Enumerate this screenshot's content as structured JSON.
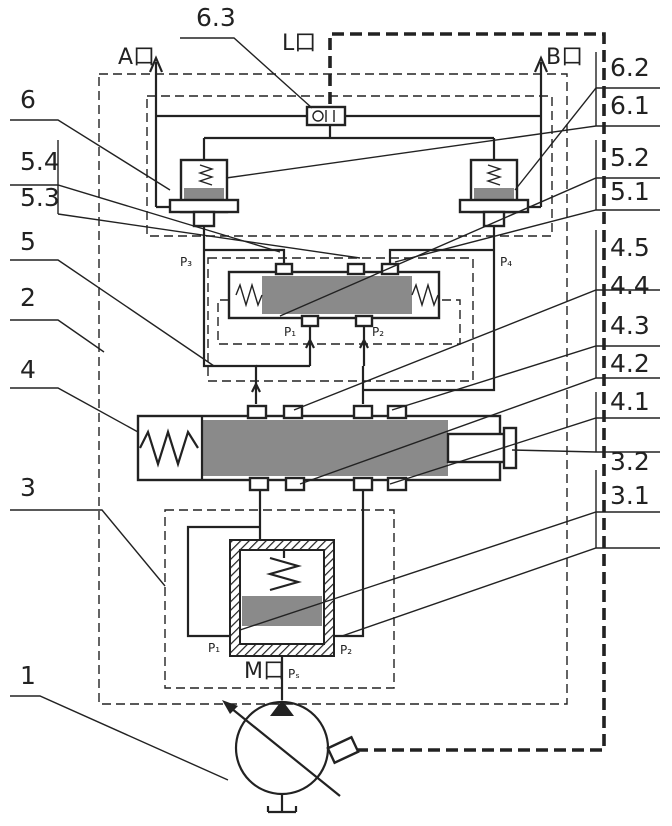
{
  "labels": {
    "l1": "1",
    "l2": "2",
    "l3": "3",
    "l4": "4",
    "l5": "5",
    "l6": "6",
    "l31": "3.1",
    "l32": "3.2",
    "l41": "4.1",
    "l42": "4.2",
    "l43": "4.3",
    "l44": "4.4",
    "l45": "4.5",
    "l51": "5.1",
    "l52": "5.2",
    "l53": "5.3",
    "l54": "5.4",
    "l61": "6.1",
    "l62": "6.2",
    "l63": "6.3"
  },
  "ports": {
    "A": "A口",
    "B": "B口",
    "L": "L口",
    "M": "M口",
    "p1_pump": "P₁",
    "p2_pump": "P₂",
    "ps": "Pₛ",
    "p1_valve5": "P₁",
    "p2_valve5": "P₂",
    "p3": "P₃",
    "p4": "P₄"
  }
}
